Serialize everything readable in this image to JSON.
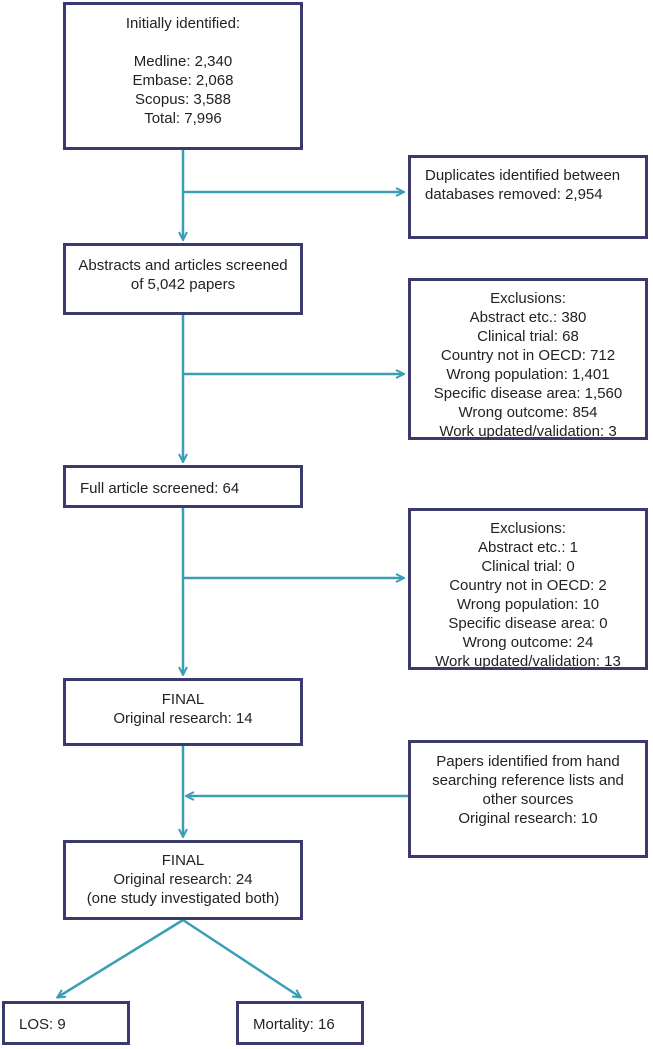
{
  "colors": {
    "box_border": "#3a3a6e",
    "arrow": "#3a9fb5",
    "text": "#222222"
  },
  "boxes": {
    "identified": {
      "heading": "Initially identified:",
      "lines": [
        "Medline: 2,340",
        "Embase: 2,068",
        "Scopus: 3,588",
        "Total: 7,996"
      ]
    },
    "duplicates": {
      "lines": [
        "Duplicates identified between",
        "databases removed: 2,954"
      ]
    },
    "screened": {
      "lines": [
        "Abstracts and articles screened",
        "of 5,042 papers"
      ]
    },
    "exclusions1": {
      "lines": [
        "Exclusions:",
        "Abstract etc.: 380",
        "Clinical trial: 68",
        "Country not in OECD: 712",
        "Wrong population: 1,401",
        "Specific disease area: 1,560",
        "Wrong outcome: 854",
        "Work updated/validation: 3"
      ]
    },
    "full": {
      "lines": [
        "Full article screened: 64"
      ]
    },
    "exclusions2": {
      "lines": [
        "Exclusions:",
        "Abstract etc.: 1",
        "Clinical trial: 0",
        "Country not in OECD: 2",
        "Wrong population: 10",
        "Specific disease area: 0",
        "Wrong outcome: 24",
        "Work updated/validation: 13"
      ]
    },
    "final1": {
      "lines": [
        "FINAL",
        "Original research: 14"
      ]
    },
    "hand": {
      "lines": [
        "Papers identified from hand",
        "searching reference lists and",
        "other sources",
        "Original research: 10"
      ]
    },
    "final2": {
      "lines": [
        "FINAL",
        "Original research: 24",
        "(one study investigated both)"
      ]
    },
    "los": {
      "lines": [
        "LOS: 9"
      ]
    },
    "mortality": {
      "lines": [
        "Mortality: 16"
      ]
    }
  }
}
